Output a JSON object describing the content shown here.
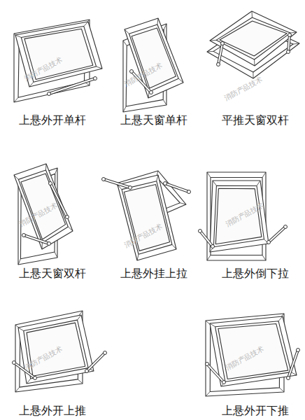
{
  "diagram": {
    "labels": [
      "上悬外开单杆",
      "上悬天窗单杆",
      "平推天窗双杆",
      "上悬天窗双杆",
      "上悬外挂上拉",
      "上悬外倒下拉",
      "上悬外开上推",
      "上悬外开下推",
      "消防产品技术",
      "消防产品技术",
      "消防产品技术",
      "消防产品技术",
      "消防产品技术",
      "消防产品技术",
      "消防产品技术",
      "消防产品技术"
    ]
  }
}
